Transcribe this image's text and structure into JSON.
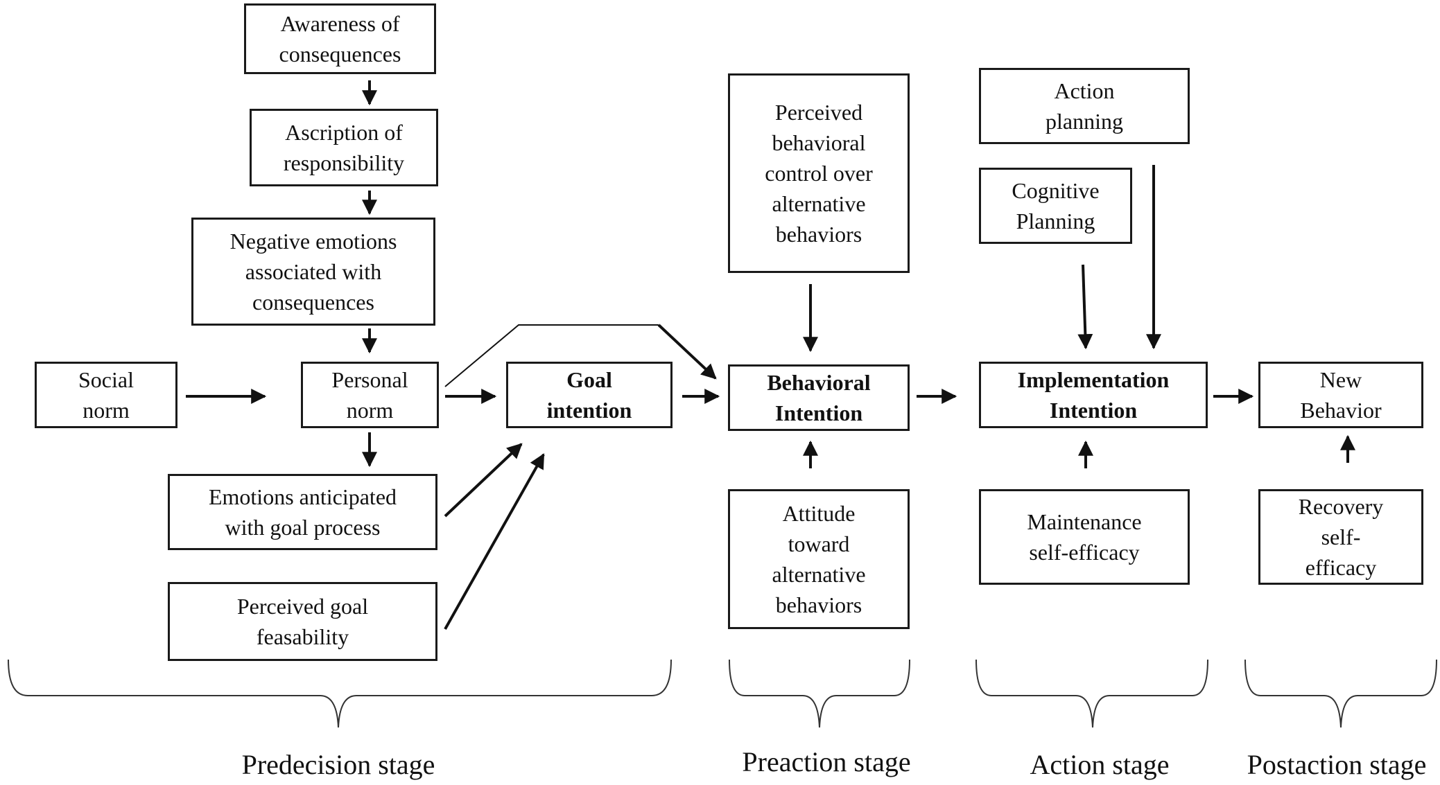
{
  "nodes": {
    "awareness": [
      "Awareness of",
      "consequences"
    ],
    "ascription": [
      "Ascription of",
      "responsibility"
    ],
    "negative_emotions": [
      "Negative emotions",
      "associated with",
      "consequences"
    ],
    "social_norm": [
      "Social",
      "norm"
    ],
    "personal_norm": [
      "Personal",
      "norm"
    ],
    "goal_intention": [
      "Goal",
      "intention"
    ],
    "emotions_anticipated": [
      "Emotions anticipated",
      "with goal process"
    ],
    "perceived_goal": [
      "Perceived goal",
      "feasability"
    ],
    "pbc_alternative": [
      "Perceived",
      "behavioral",
      "control over",
      "alternative",
      "behaviors"
    ],
    "behavioral_intention": [
      "Behavioral",
      "Intention"
    ],
    "attitude_alternative": [
      "Attitude",
      "toward",
      "alternative",
      "behaviors"
    ],
    "action_planning": [
      "Action",
      "planning"
    ],
    "cognitive_planning": [
      "Cognitive",
      "Planning"
    ],
    "implementation_intention": [
      "Implementation",
      "Intention"
    ],
    "maintenance_self_efficacy": [
      "Maintenance",
      "self-efficacy"
    ],
    "new_behavior": [
      "New",
      "Behavior"
    ],
    "recovery_self_efficacy": [
      "Recovery",
      "self-",
      "efficacy"
    ]
  },
  "stages": {
    "predecision": "Predecision stage",
    "preaction": "Preaction stage",
    "action": "Action stage",
    "postaction": "Postaction stage"
  }
}
